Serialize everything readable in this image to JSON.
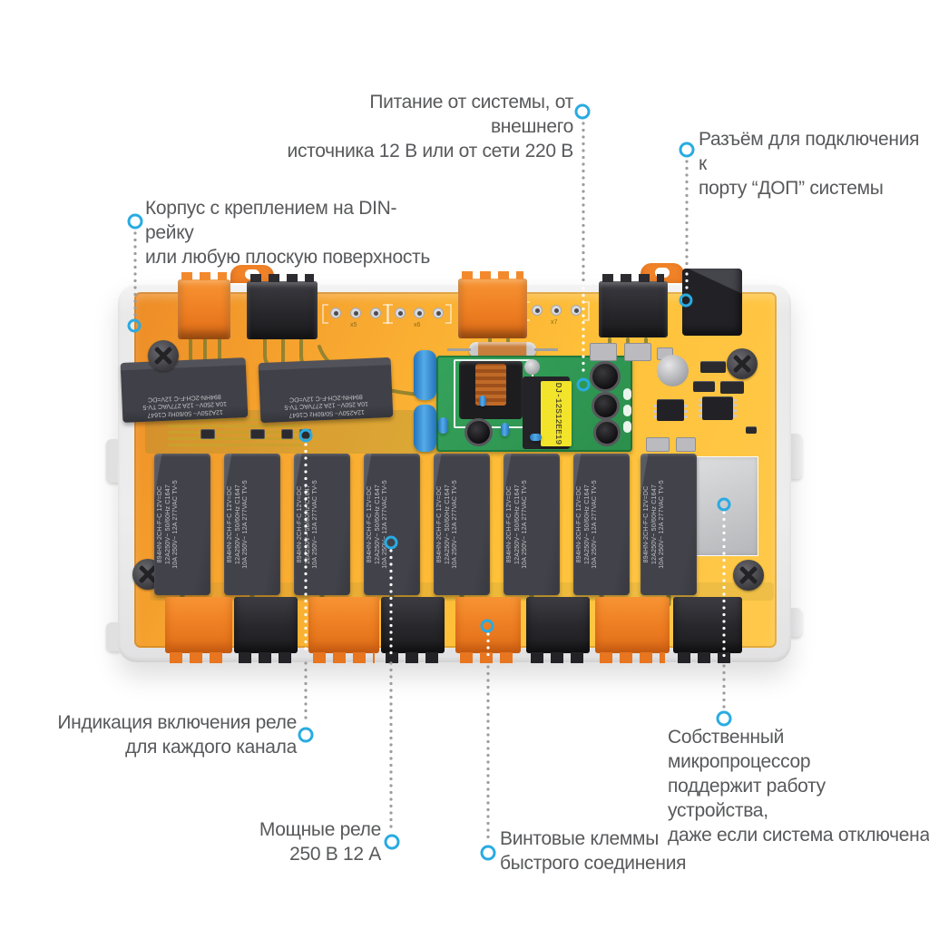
{
  "page": {
    "background": "#ffffff"
  },
  "device": {
    "psu_module_label": "DJ-12S12EE19",
    "relay_marking": {
      "line1": "894HN-2CH-F-C  12V=DC",
      "line2": "12A250V~ 50/60Hz C1647",
      "line3": "10A 250V~  12A 277VAC  TV-5"
    },
    "pad_group_labels": [
      "x5",
      "x6",
      "x7"
    ]
  },
  "callouts": {
    "power": {
      "lines": [
        "Питание от системы, от внешнего",
        "источника 12 В или от сети 220 В"
      ]
    },
    "aux_port": {
      "lines": [
        "Разъём для подключения к",
        "порту “ДОП” системы"
      ]
    },
    "housing": {
      "lines": [
        "Корпус с креплением на DIN-рейку",
        "или любую плоскую поверхность"
      ]
    },
    "indication": {
      "lines": [
        "Индикация включения реле",
        "для каждого канала"
      ]
    },
    "relays": {
      "lines": [
        "Мощные реле",
        "250 В 12 А"
      ]
    },
    "terminals": {
      "lines": [
        "Винтовые клеммы",
        "быстрого соединения"
      ]
    },
    "mcu": {
      "lines": [
        "Собственный микропроцессор",
        "поддержит работу устройства,",
        "даже если система отключена"
      ]
    }
  },
  "colors": {
    "accent": "#29ABE2",
    "label_text": "#58595B",
    "dot_gray": "#9C9C9C",
    "dot_white": "#FFFFFF",
    "pcb_orange": "#F6A62F",
    "terminal_orange": "#F08228",
    "connector_black": "#232327",
    "psu_green": "#2F9852",
    "psu_label_yellow": "#F2E32B",
    "case_white": "#EFEFEF"
  }
}
